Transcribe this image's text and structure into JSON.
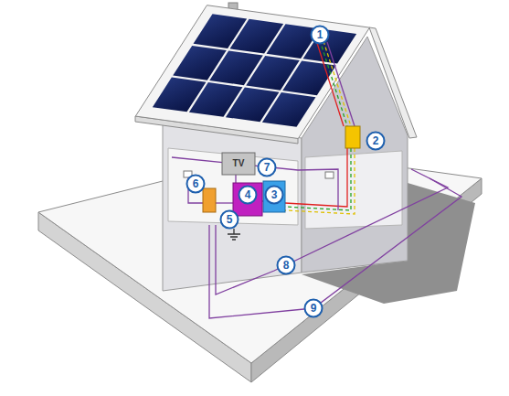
{
  "diagram": {
    "labels": [
      "1",
      "2",
      "3",
      "4",
      "5",
      "6",
      "7",
      "TV",
      "8",
      "9"
    ]
  }
}
